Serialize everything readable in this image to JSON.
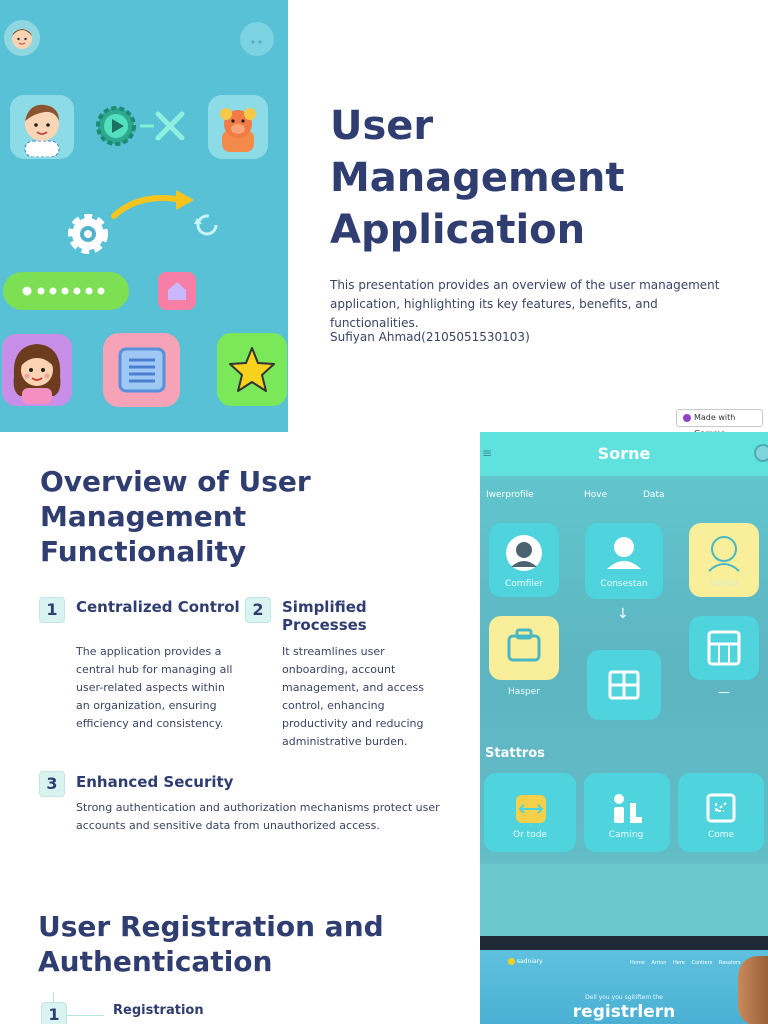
{
  "slide1": {
    "title": "User Management Application",
    "description": "This presentation provides an overview of the user management application, highlighting its key features, benefits, and functionalities.",
    "author": "Sufiyan Ahmad(2105051530103)",
    "badge": "Made with Gamma"
  },
  "slide2": {
    "title": "Overview of User Management Functionality",
    "features": [
      {
        "number": "1",
        "title": "Centralized Control",
        "body": "The application provides a central hub for managing all user-related aspects within an organization, ensuring efficiency and consistency."
      },
      {
        "number": "2",
        "title": "Simplified Processes",
        "body": "It streamlines user onboarding, account management, and access control, enhancing productivity and reducing administrative burden."
      },
      {
        "number": "3",
        "title": "Enhanced Security",
        "body": "Strong authentication and authorization mechanisms protect user accounts and sensitive data from unauthorized access."
      }
    ]
  },
  "phone": {
    "title": "Sorne",
    "nav": [
      "Iwerprofile",
      "Hove",
      "Data"
    ],
    "apps": [
      "Comfiler",
      "Consestan",
      "Sienta",
      "Hasper",
      "—"
    ],
    "section": "Stattros",
    "stat_tiles": [
      "Or tode",
      "Caming",
      "Come"
    ],
    "web": {
      "logo": "sadniary",
      "nav": "Home Arrion Here Contiers Rasators",
      "subtitle": "Dell you you sgitiftem the",
      "headline": "registrlern"
    }
  },
  "slide3": {
    "title": "User Registration and Authentication",
    "steps": [
      {
        "number": "1",
        "title": "Registration"
      }
    ]
  },
  "colors": {
    "heading": "#2f3d70",
    "hero_bg": "#58c1d5",
    "badge_bg": "#d9f3f1",
    "phone_header": "#5fe1dd"
  }
}
